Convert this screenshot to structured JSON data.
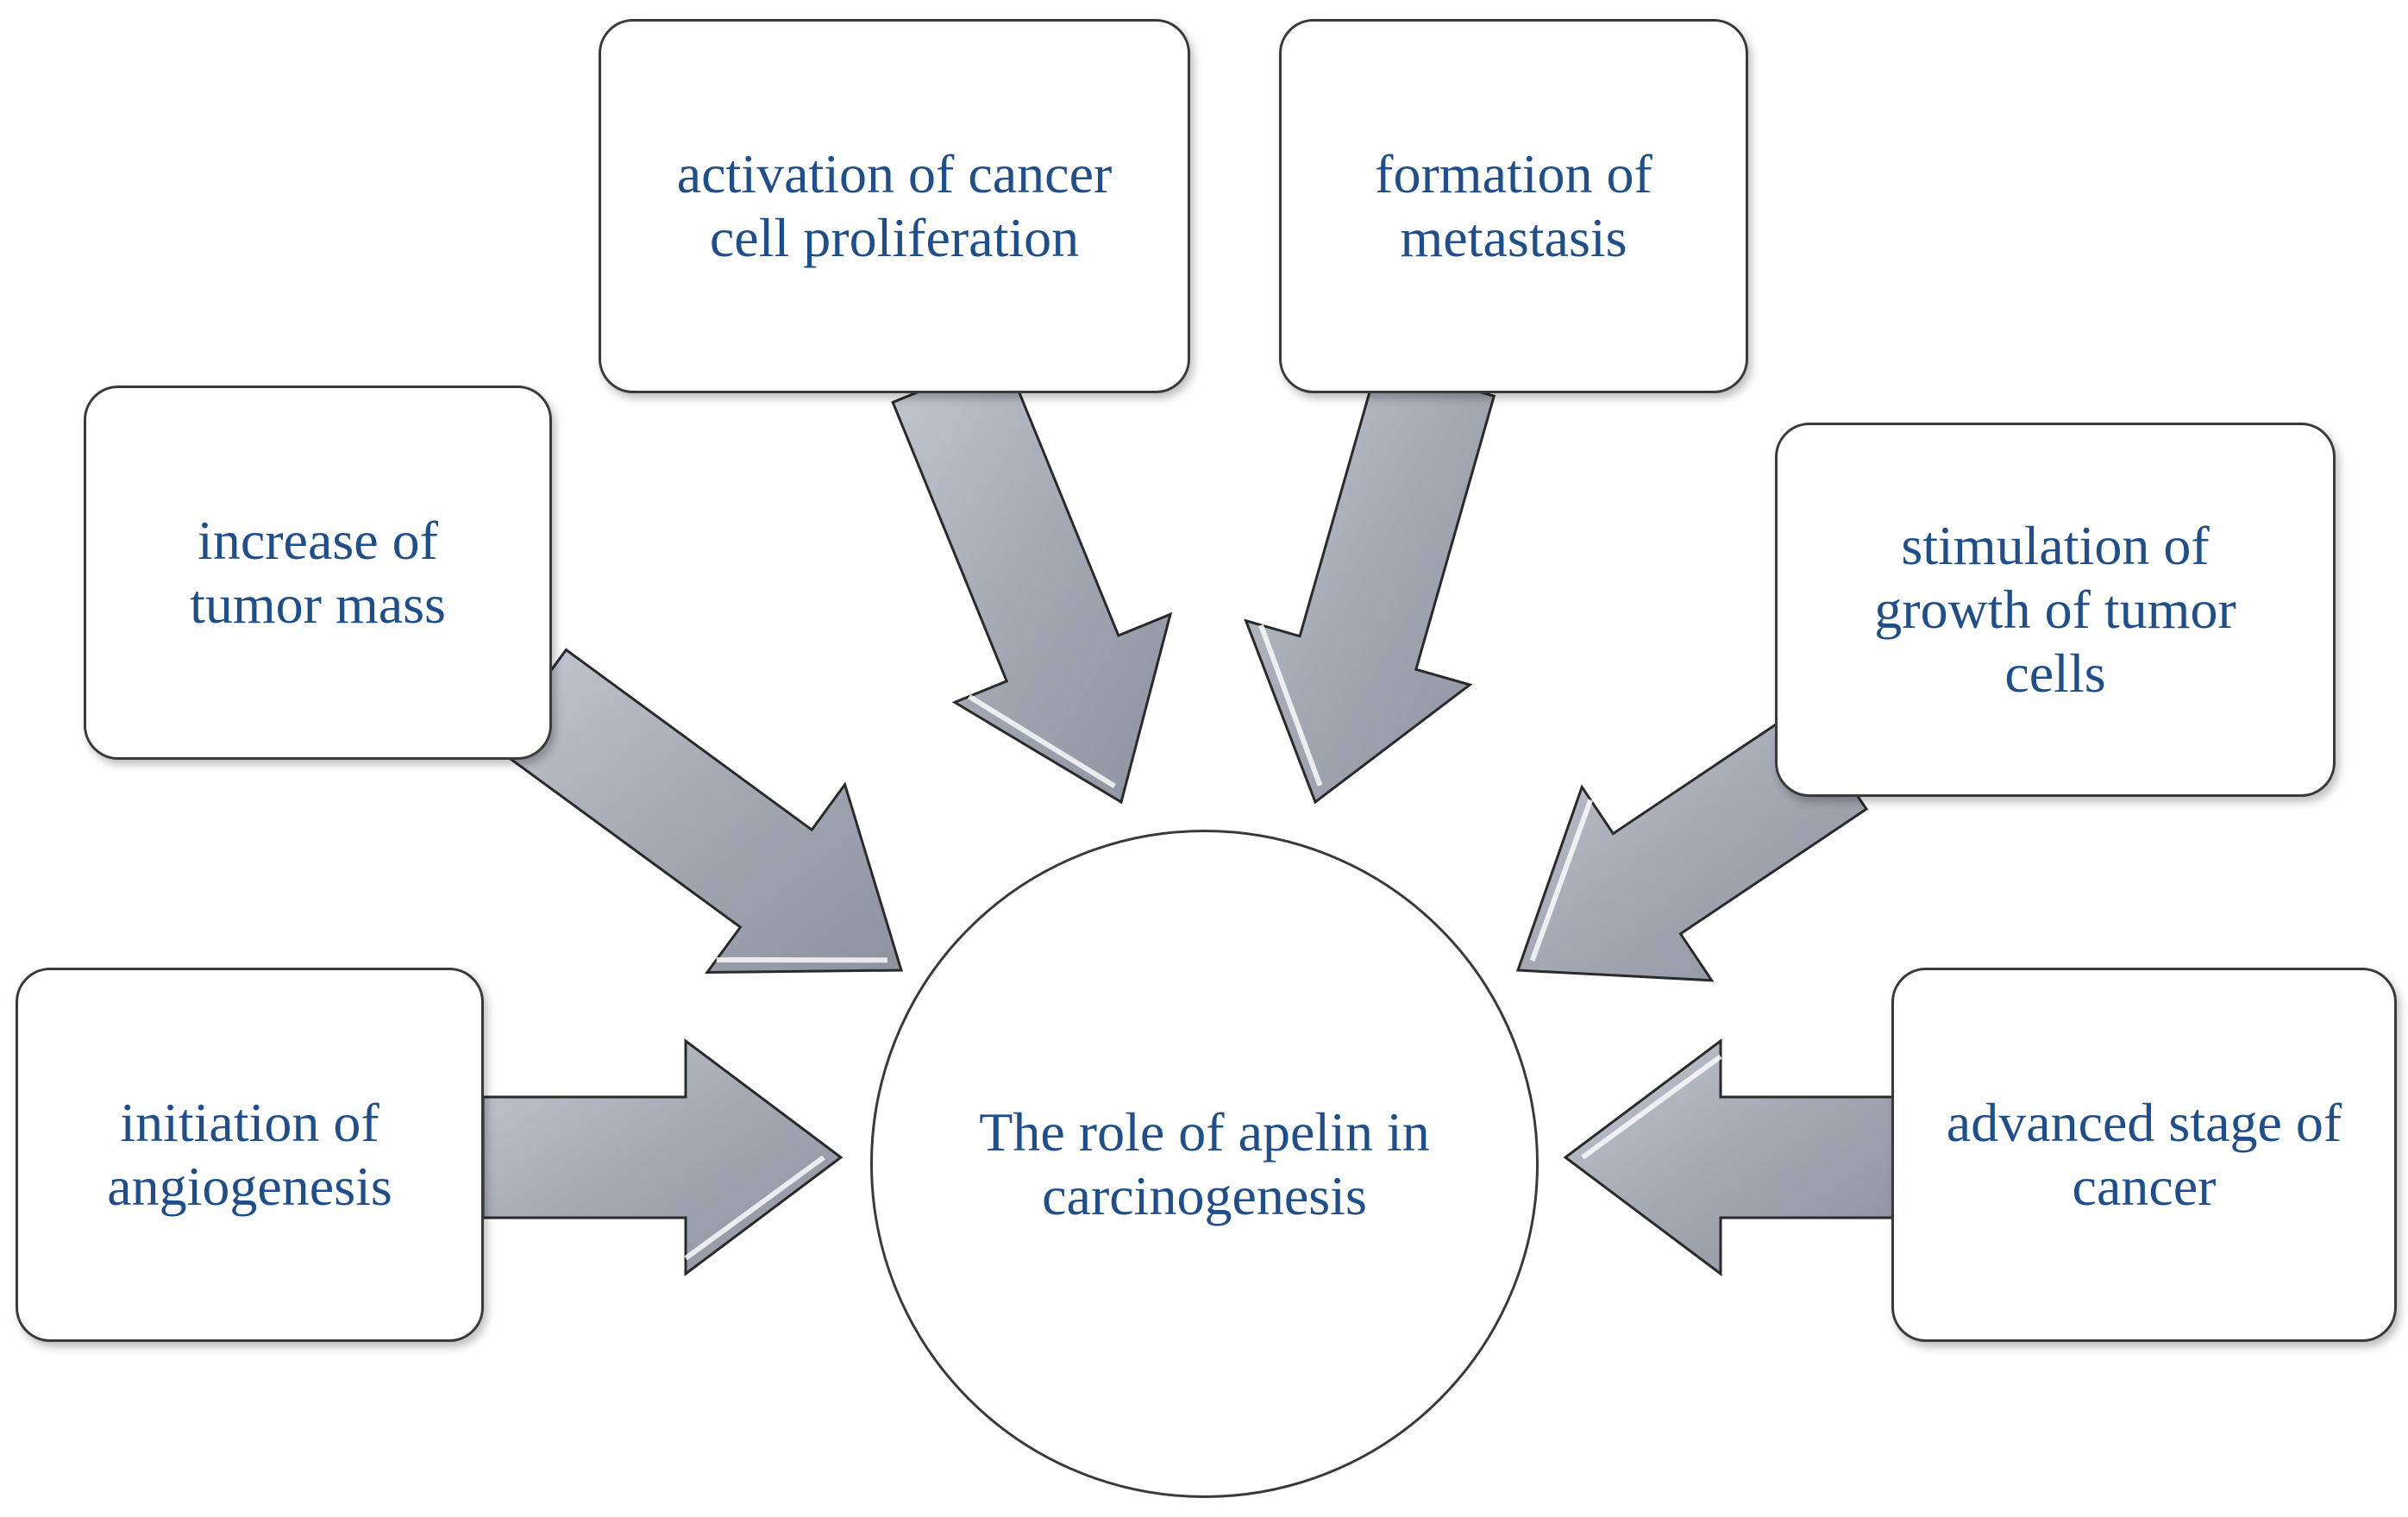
{
  "colors": {
    "text": "#1f4e8c",
    "box_border": "#3a3a3a",
    "arrow_fill": "#a9adb8",
    "arrow_stroke": "#2a2a2a",
    "background": "#ffffff"
  },
  "center_node": {
    "line1": "The role of apelin",
    "line2": "in carcinogenesis"
  },
  "nodes": {
    "proliferation": {
      "line1": "activation of cancer",
      "line2": "cell proliferation"
    },
    "metastasis": {
      "line1": "formation of",
      "line2": "metastasis"
    },
    "tumor_mass": {
      "line1": "increase of",
      "line2": "tumor mass"
    },
    "growth": {
      "line1": "stimulation of",
      "line2": "growth of tumor",
      "line3": "cells"
    },
    "angiogenesis": {
      "line1": "initiation of",
      "line2": "angiogenesis"
    },
    "advanced_stage": {
      "line1": "advanced stage of",
      "line2": "cancer"
    }
  }
}
